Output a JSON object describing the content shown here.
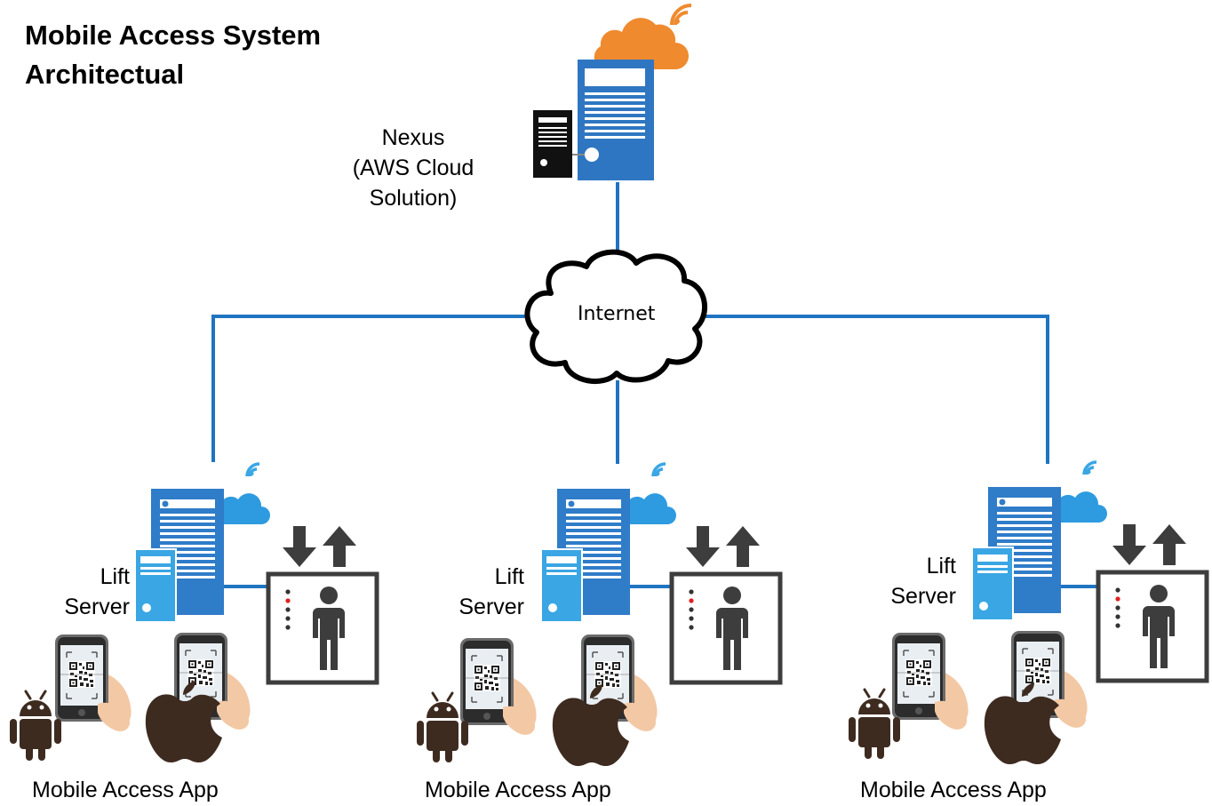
{
  "title": {
    "line1": "Mobile Access System",
    "line2": "Architectual"
  },
  "cloud_server": {
    "label_lines": [
      "Nexus",
      "(AWS Cloud",
      "Solution)"
    ]
  },
  "network": {
    "label": "Internet"
  },
  "sites": [
    {
      "server_label_lines": [
        "Lift",
        "Server"
      ],
      "app_label": "Mobile Access App"
    },
    {
      "server_label_lines": [
        "Lift",
        "Server"
      ],
      "app_label": "Mobile Access App"
    },
    {
      "server_label_lines": [
        "Lift",
        "Server"
      ],
      "app_label": "Mobile Access App"
    }
  ],
  "colors": {
    "link": "#1f74c2",
    "cloud_server_blue": "#2f76c2",
    "orange_cloud": "#ef8a2f",
    "lift_server_blue": "#2f7cc9",
    "light_blue": "#3aa6e4",
    "elevator_gray": "#3d3d3d",
    "android_brown": "#3e2b20"
  },
  "icons": [
    "wifi-icon",
    "cloud-icon",
    "server-icon",
    "desktop-tower-icon",
    "elevator-icon",
    "smartphone-icon",
    "qr-code-icon",
    "android-icon",
    "apple-icon"
  ]
}
